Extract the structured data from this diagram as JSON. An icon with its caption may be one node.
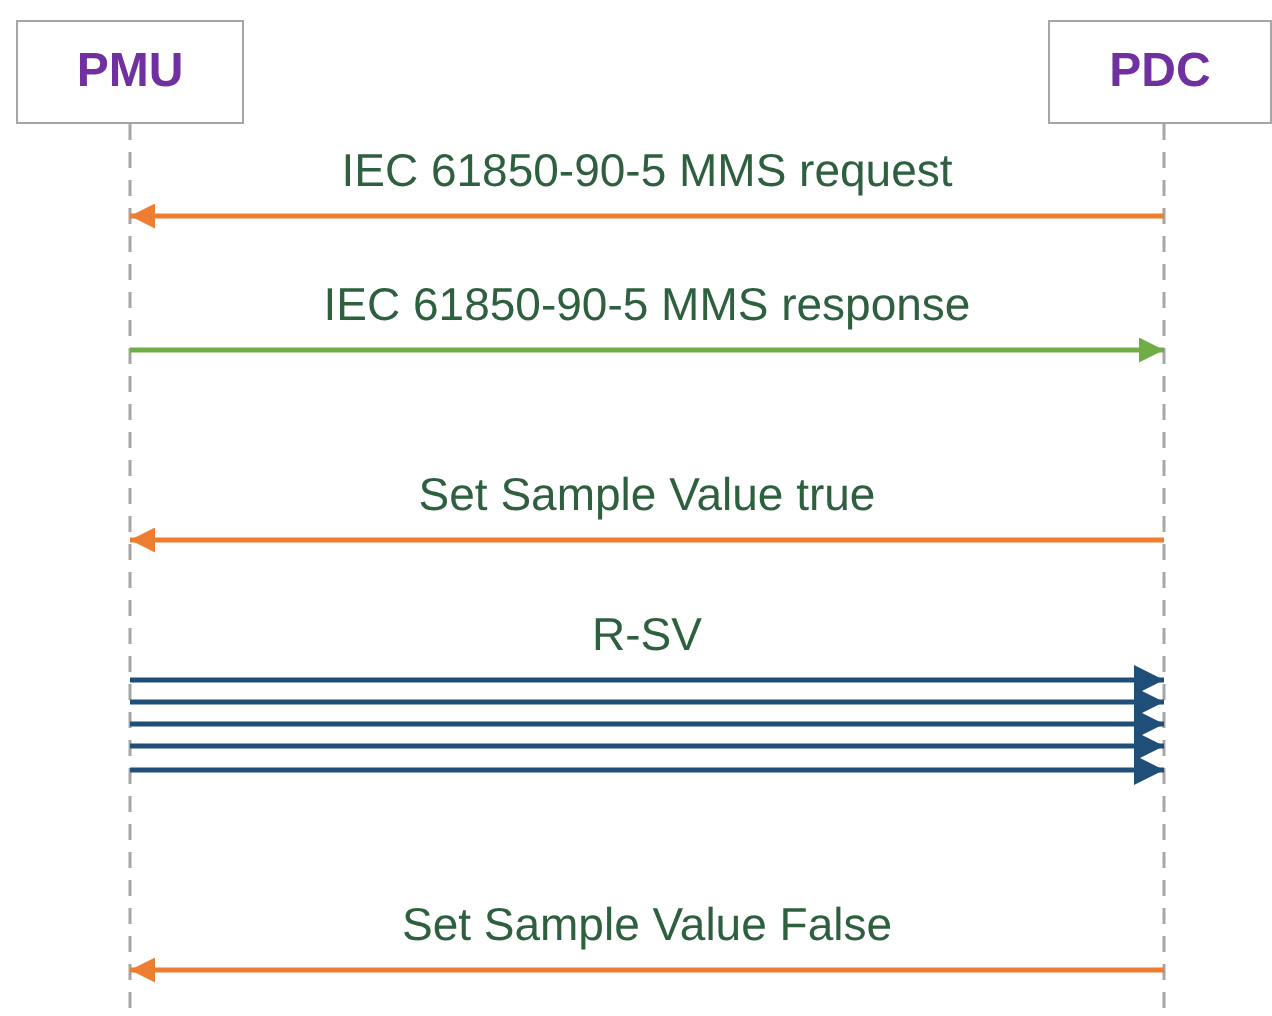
{
  "diagram": {
    "nodes": [
      {
        "text": [
          "PMU"
        ]
      },
      {
        "text": [
          "PDC"
        ]
      }
    ],
    "edges": [
      {
        "from": 1,
        "to": 0,
        "arrow": "to",
        "label": "IEC 61850-90-5 MMS request",
        "color": "#ed7d31"
      },
      {
        "from": 0,
        "to": 1,
        "arrow": "to",
        "label": "IEC 61850-90-5 MMS response",
        "color": "#70ad47"
      },
      {
        "from": 1,
        "to": 0,
        "arrow": "to",
        "label": "Set Sample Value true",
        "color": "#ed7d31"
      },
      {
        "from": 0,
        "to": 1,
        "arrow": "to",
        "label": "R-SV"
      },
      {
        "from": 0,
        "to": 1,
        "arrow": "to"
      },
      {
        "from": 0,
        "to": 1,
        "arrow": "to"
      },
      {
        "from": 0,
        "to": 1,
        "arrow": "to"
      },
      {
        "from": 0,
        "to": 1,
        "arrow": "to"
      },
      {
        "from": 1,
        "to": 0,
        "arrow": "to",
        "label": "Set Sample Value False",
        "color": "#ed7d31"
      }
    ]
  }
}
